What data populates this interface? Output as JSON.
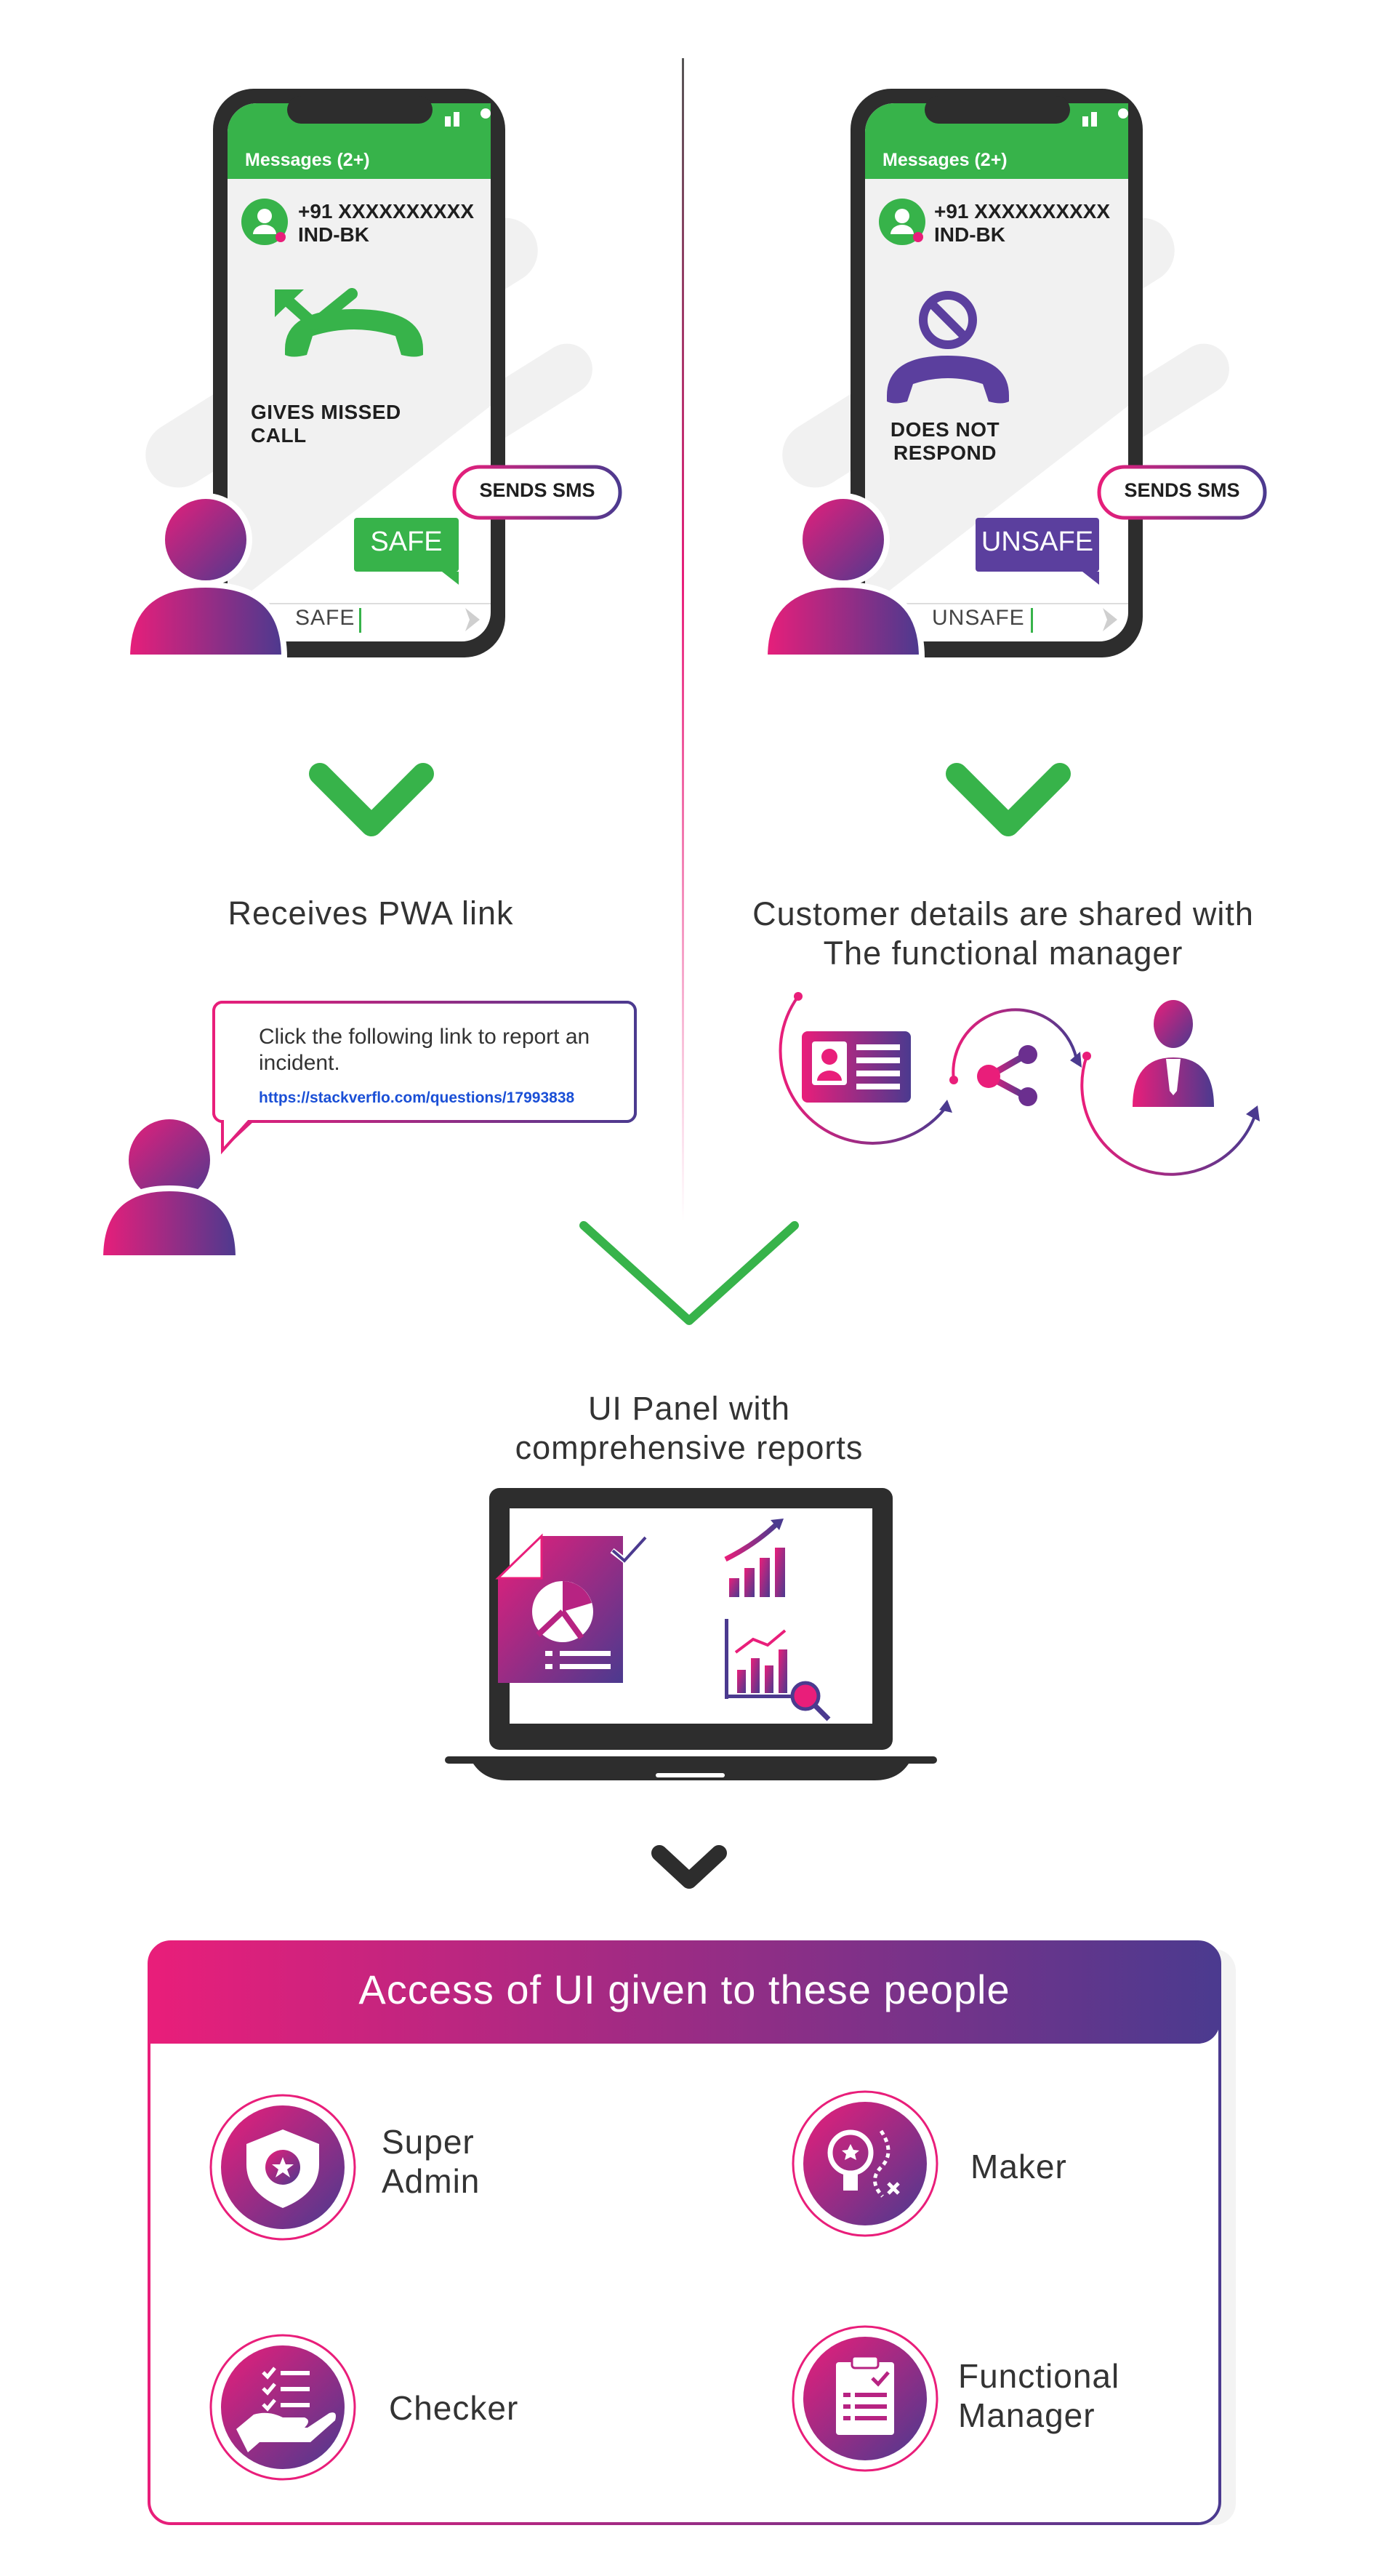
{
  "phones": [
    {
      "header": "Messages (2+)",
      "contact_number": "+91 XXXXXXXXXX",
      "contact_name": "IND-BK",
      "action_label": "GIVES MISSED CALL",
      "sms_pill": "SENDS SMS",
      "bubble": "SAFE",
      "input_text": "SAFE"
    },
    {
      "header": "Messages (2+)",
      "contact_number": "+91 XXXXXXXXXX",
      "contact_name": "IND-BK",
      "action_label": "DOES NOT RESPOND",
      "sms_pill": "SENDS SMS",
      "bubble": "UNSAFE",
      "input_text": "UNSAFE"
    }
  ],
  "left_step": {
    "title": "Receives PWA link",
    "message": "Click the following link to report an incident.",
    "link": "https://stackverflo.com/questions/17993838"
  },
  "right_step": {
    "title_line1": "Customer details are shared with",
    "title_line2": "The functional manager"
  },
  "panel": {
    "title_line1": "UI Panel with",
    "title_line2": "comprehensive reports"
  },
  "access": {
    "header": "Access of UI given to these people",
    "roles": [
      {
        "line1": "Super",
        "line2": "Admin",
        "icon": "shield-gear-icon"
      },
      {
        "line1": "Maker",
        "line2": "",
        "icon": "idea-strategy-icon"
      },
      {
        "line1": "Checker",
        "line2": "",
        "icon": "checklist-hand-icon"
      },
      {
        "line1": "Functional",
        "line2": "Manager",
        "icon": "clipboard-icon"
      }
    ]
  },
  "colors": {
    "green": "#37b34a",
    "pink": "#e91e7a",
    "purple": "#4b3a8f",
    "dark": "#2d2d2d"
  }
}
